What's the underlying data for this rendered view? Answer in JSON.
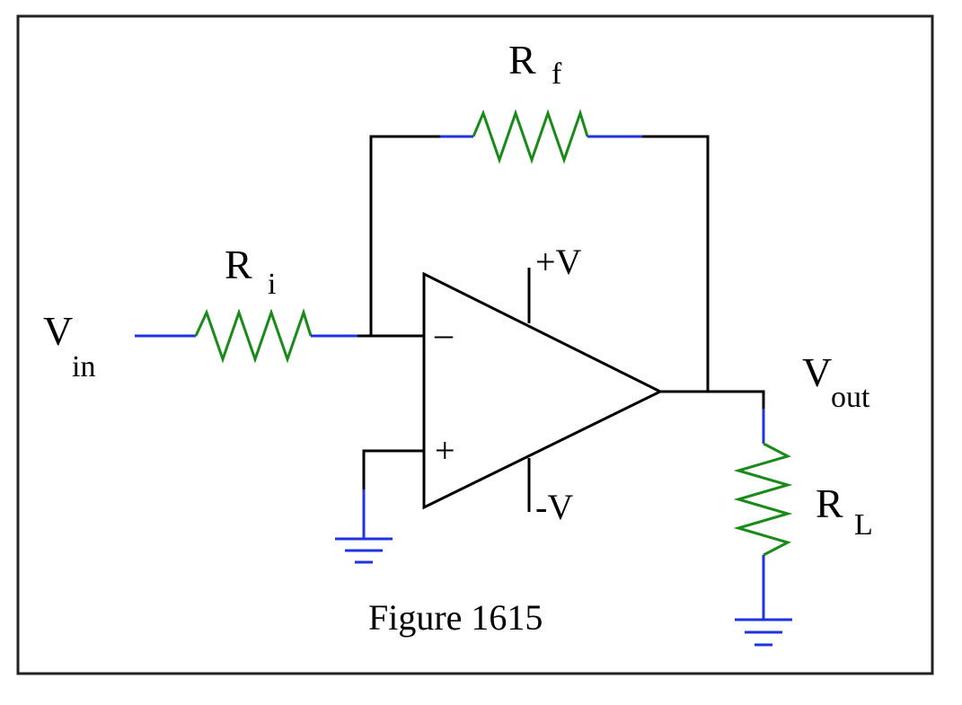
{
  "labels": {
    "rf_main": "R",
    "rf_sub": "f",
    "ri_main": "R",
    "ri_sub": "i",
    "vin_main": "V",
    "vin_sub": "in",
    "vout_main": "V",
    "vout_sub": "out",
    "rl_main": "R",
    "rl_sub": "L",
    "plus_v": "+V",
    "minus_v": "-V",
    "minus_input": "–",
    "plus_input": "+"
  },
  "caption": "Figure 1615",
  "colors": {
    "wire": "#000000",
    "lead": "#1f33e6",
    "resistor": "#1a8a1a",
    "frame": "#222222"
  }
}
